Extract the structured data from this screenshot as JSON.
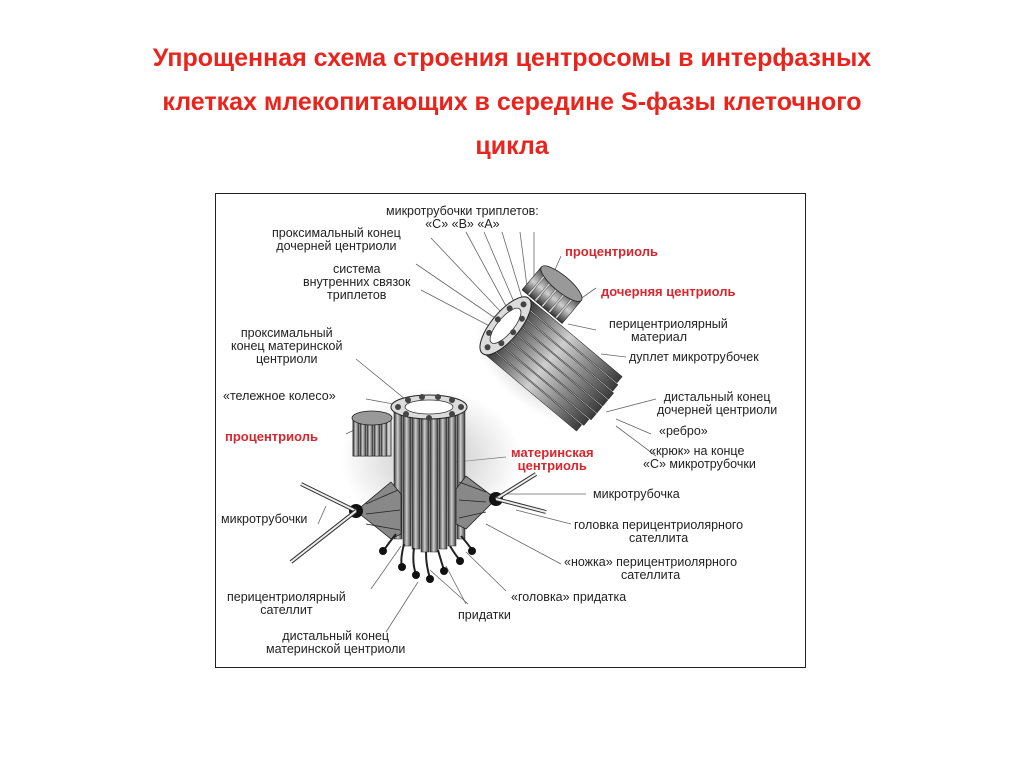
{
  "title": {
    "line1": "Упрощенная схема строения центросомы в интерфазных",
    "line2": "клетках млекопитающих в середине S-фазы клеточного",
    "line3": "цикла"
  },
  "labels": {
    "triplet_mt_1": "микротрубочки триплетов:",
    "triplet_mt_2": "«С» «В» «А»",
    "prox_daughter_1": "проксимальный конец",
    "prox_daughter_2": "дочерней центриоли",
    "inner_links_1": "система",
    "inner_links_2": "внутренних связок",
    "inner_links_3": "триплетов",
    "procentriole_top": "процентриоль",
    "daughter_centriole": "дочерняя центриоль",
    "pericentriolar_1": "перицентриолярный",
    "pericentriolar_2": "материал",
    "mt_doublet": "дуплет микротрубочек",
    "prox_mother_1": "проксимальный",
    "prox_mother_2": "конец материнской",
    "prox_mother_3": "центриоли",
    "cartwheel": "«тележное колесо»",
    "distal_daughter_1": "дистальный конец",
    "distal_daughter_2": "дочерней центриоли",
    "rib": "«ребро»",
    "procentriole_left": "процентриоль",
    "mother_centriole_1": "материнская",
    "mother_centriole_2": "центриоль",
    "hook_1": "«крюк» на конце",
    "hook_2": "«С» микротрубочки",
    "microtubule": "микротрубочка",
    "satellite_head_1": "головка перицентриолярного",
    "satellite_head_2": "сателлита",
    "microtubules": "микротрубочки",
    "satellite_leg_1": "«ножка» перицентриолярного",
    "satellite_leg_2": "сателлита",
    "pericentriolar_sat_1": "перицентриолярный",
    "pericentriolar_sat_2": "сателлит",
    "appendage_head": "«головка» придатка",
    "appendages": "придатки",
    "distal_mother_1": "дистальный конец",
    "distal_mother_2": "материнской центриоли"
  },
  "colors": {
    "title": "#e8241c",
    "highlight_label": "#d9262e",
    "text": "#222222"
  }
}
